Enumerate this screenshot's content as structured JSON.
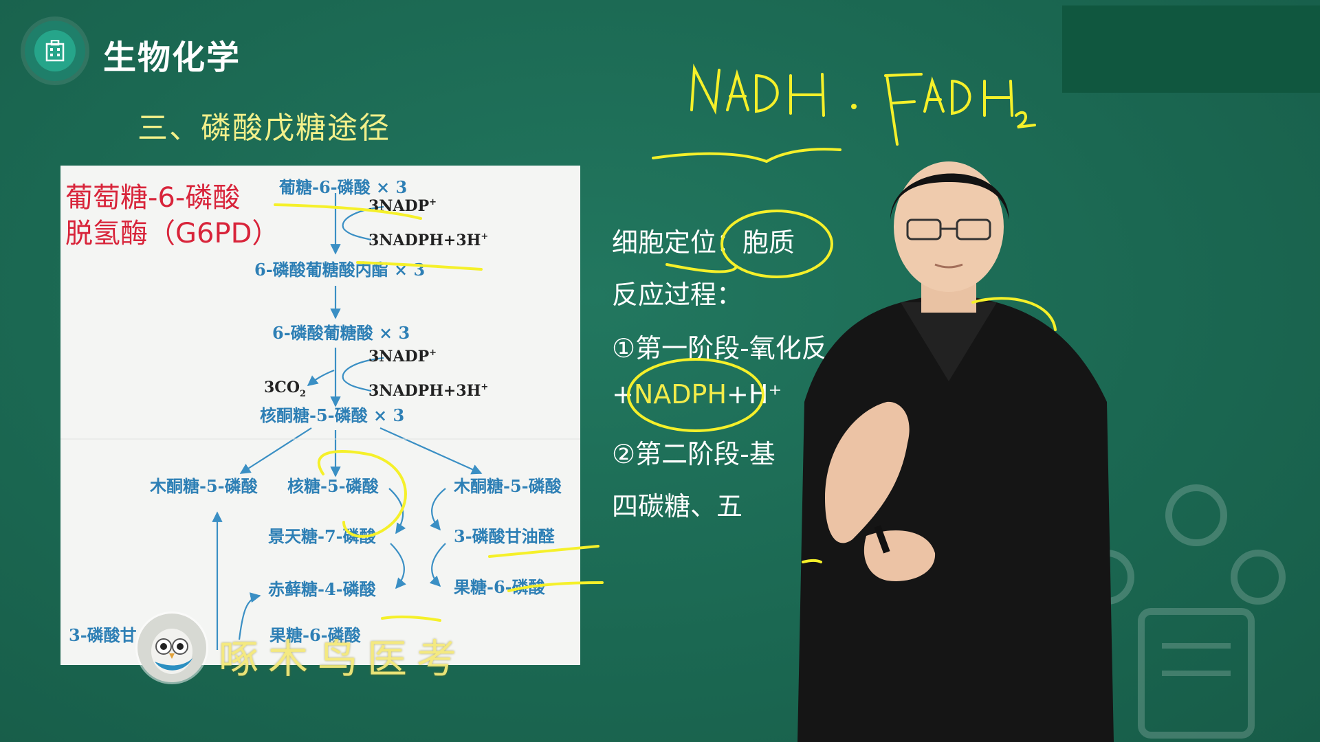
{
  "header": {
    "course_title": "生物化学",
    "section_title": "三、磷酸戊糖途径"
  },
  "diagram": {
    "enzyme_label_line1": "葡萄糖-6-磷酸",
    "enzyme_label_line2": "脱氢酶（G6PD）",
    "nodes": {
      "g6p": "葡糖-6-磷酸 × 3",
      "nadp1": "3NADP",
      "nadph1": "3NADPH+3H",
      "lactone": "6-磷酸葡糖酸内酯 × 3",
      "gluconate": "6-磷酸葡糖酸 × 3",
      "nadp2": "3NADP",
      "co2": "3CO",
      "nadph2": "3NADPH+3H",
      "ru5p": "核酮糖-5-磷酸 × 3",
      "xu5p_left": "木酮糖-5-磷酸",
      "r5p": "核糖-5-磷酸",
      "xu5p_right": "木酮糖-5-磷酸",
      "s7p": "景天糖-7-磷酸",
      "g3p_right": "3-磷酸甘油醛",
      "e4p": "赤藓糖-4-磷酸",
      "f6p_right": "果糖-6-磷酸",
      "g3p_left": "3-磷酸甘",
      "f6p_bottom": "果糖-6-磷酸"
    }
  },
  "notes": {
    "location": "细胞定位：胞质",
    "process": "反应过程：",
    "stage1": "①第一阶段-氧化反",
    "stage1_cont_pre": "+",
    "stage1_cont_nadph": "NADPH",
    "stage1_cont_post": "+H⁺",
    "stage2": "②第二阶段-基",
    "stage2_cont": "四碳糖、五"
  },
  "handwriting": {
    "top_note": "NADH . FADH₂"
  },
  "watermark": "啄木鸟医考",
  "colors": {
    "background": "#1c6a55",
    "section_title": "#f3f08a",
    "diagram_text": "#2d7fb5",
    "enzyme_label": "#d8243a",
    "handwriting": "#f5f02a"
  }
}
